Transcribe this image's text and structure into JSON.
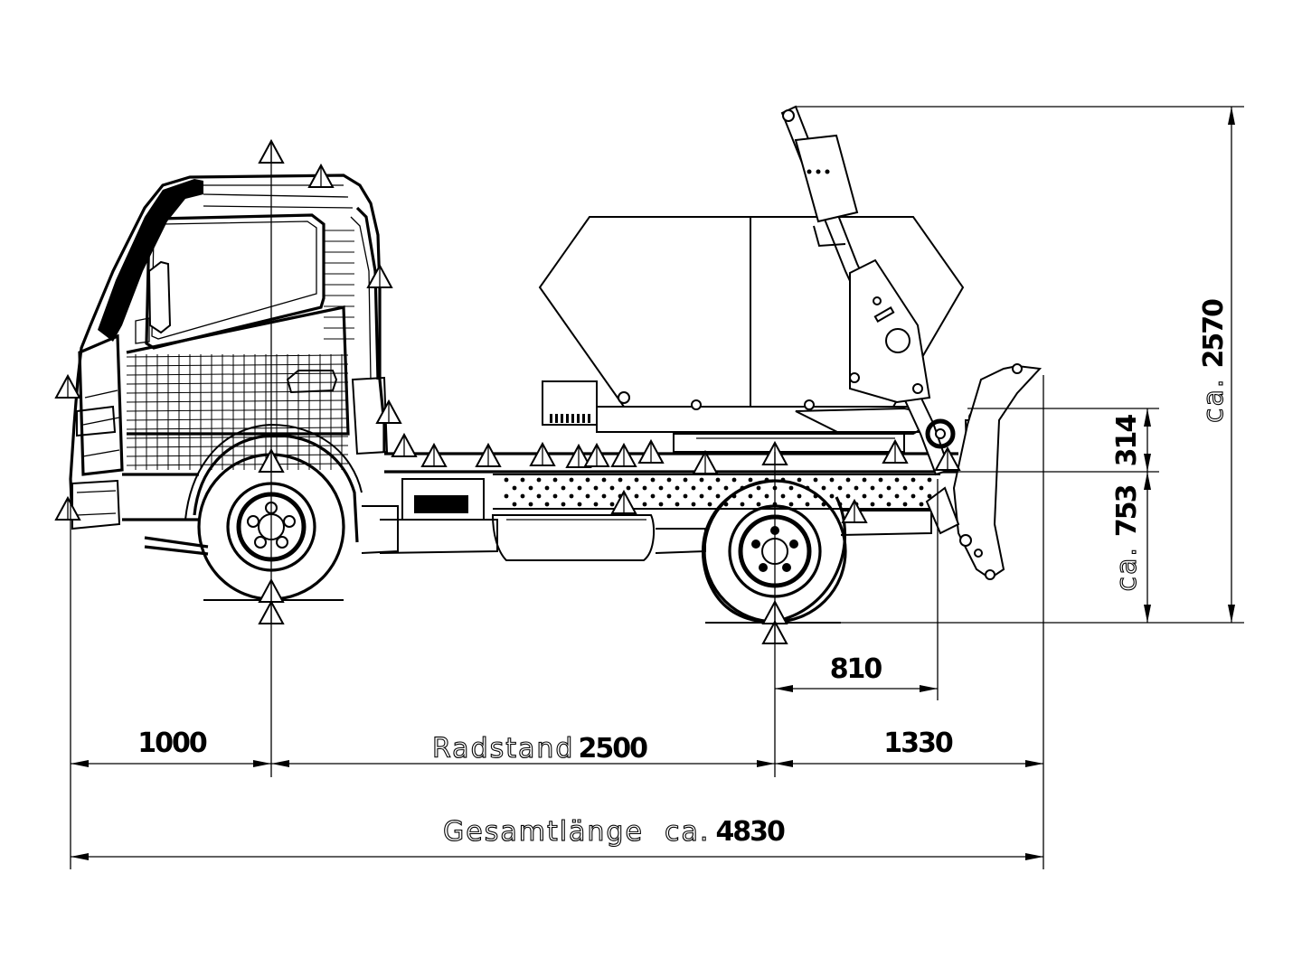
{
  "dimensions": {
    "front_overhang": "1000",
    "wheelbase_label": "Radstand",
    "wheelbase_value": "2500",
    "rear_overhang": "1330",
    "rear_arm": "810",
    "total_label": "Gesamtlänge  ca.",
    "total_value": "4830",
    "height_prefix": "ca.",
    "height_value": "2570",
    "frame_height": "314",
    "chassis_prefix": "ca.",
    "chassis_value": "753"
  }
}
